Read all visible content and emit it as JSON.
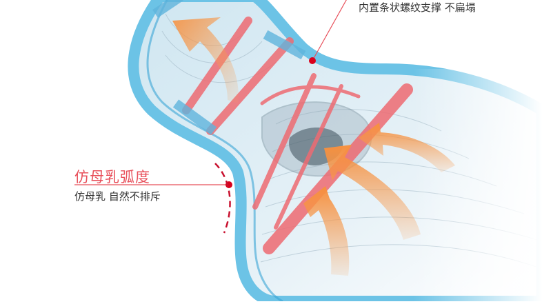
{
  "callouts": {
    "top": {
      "text": "内置条状螺纹支撑 不扁塌"
    },
    "left": {
      "title": "仿母乳弧度",
      "desc": "仿母乳 自然不排斥"
    }
  },
  "colors": {
    "accent_red": "#e8505b",
    "dot_red": "#d9001b",
    "nipple_blue": "#6cc3e6",
    "nipple_blue_dark": "#3aa5d6",
    "arrow_orange": "#f6a15a",
    "text_dark": "#333333"
  },
  "icons": [
    "pressure-arrow-icon"
  ]
}
